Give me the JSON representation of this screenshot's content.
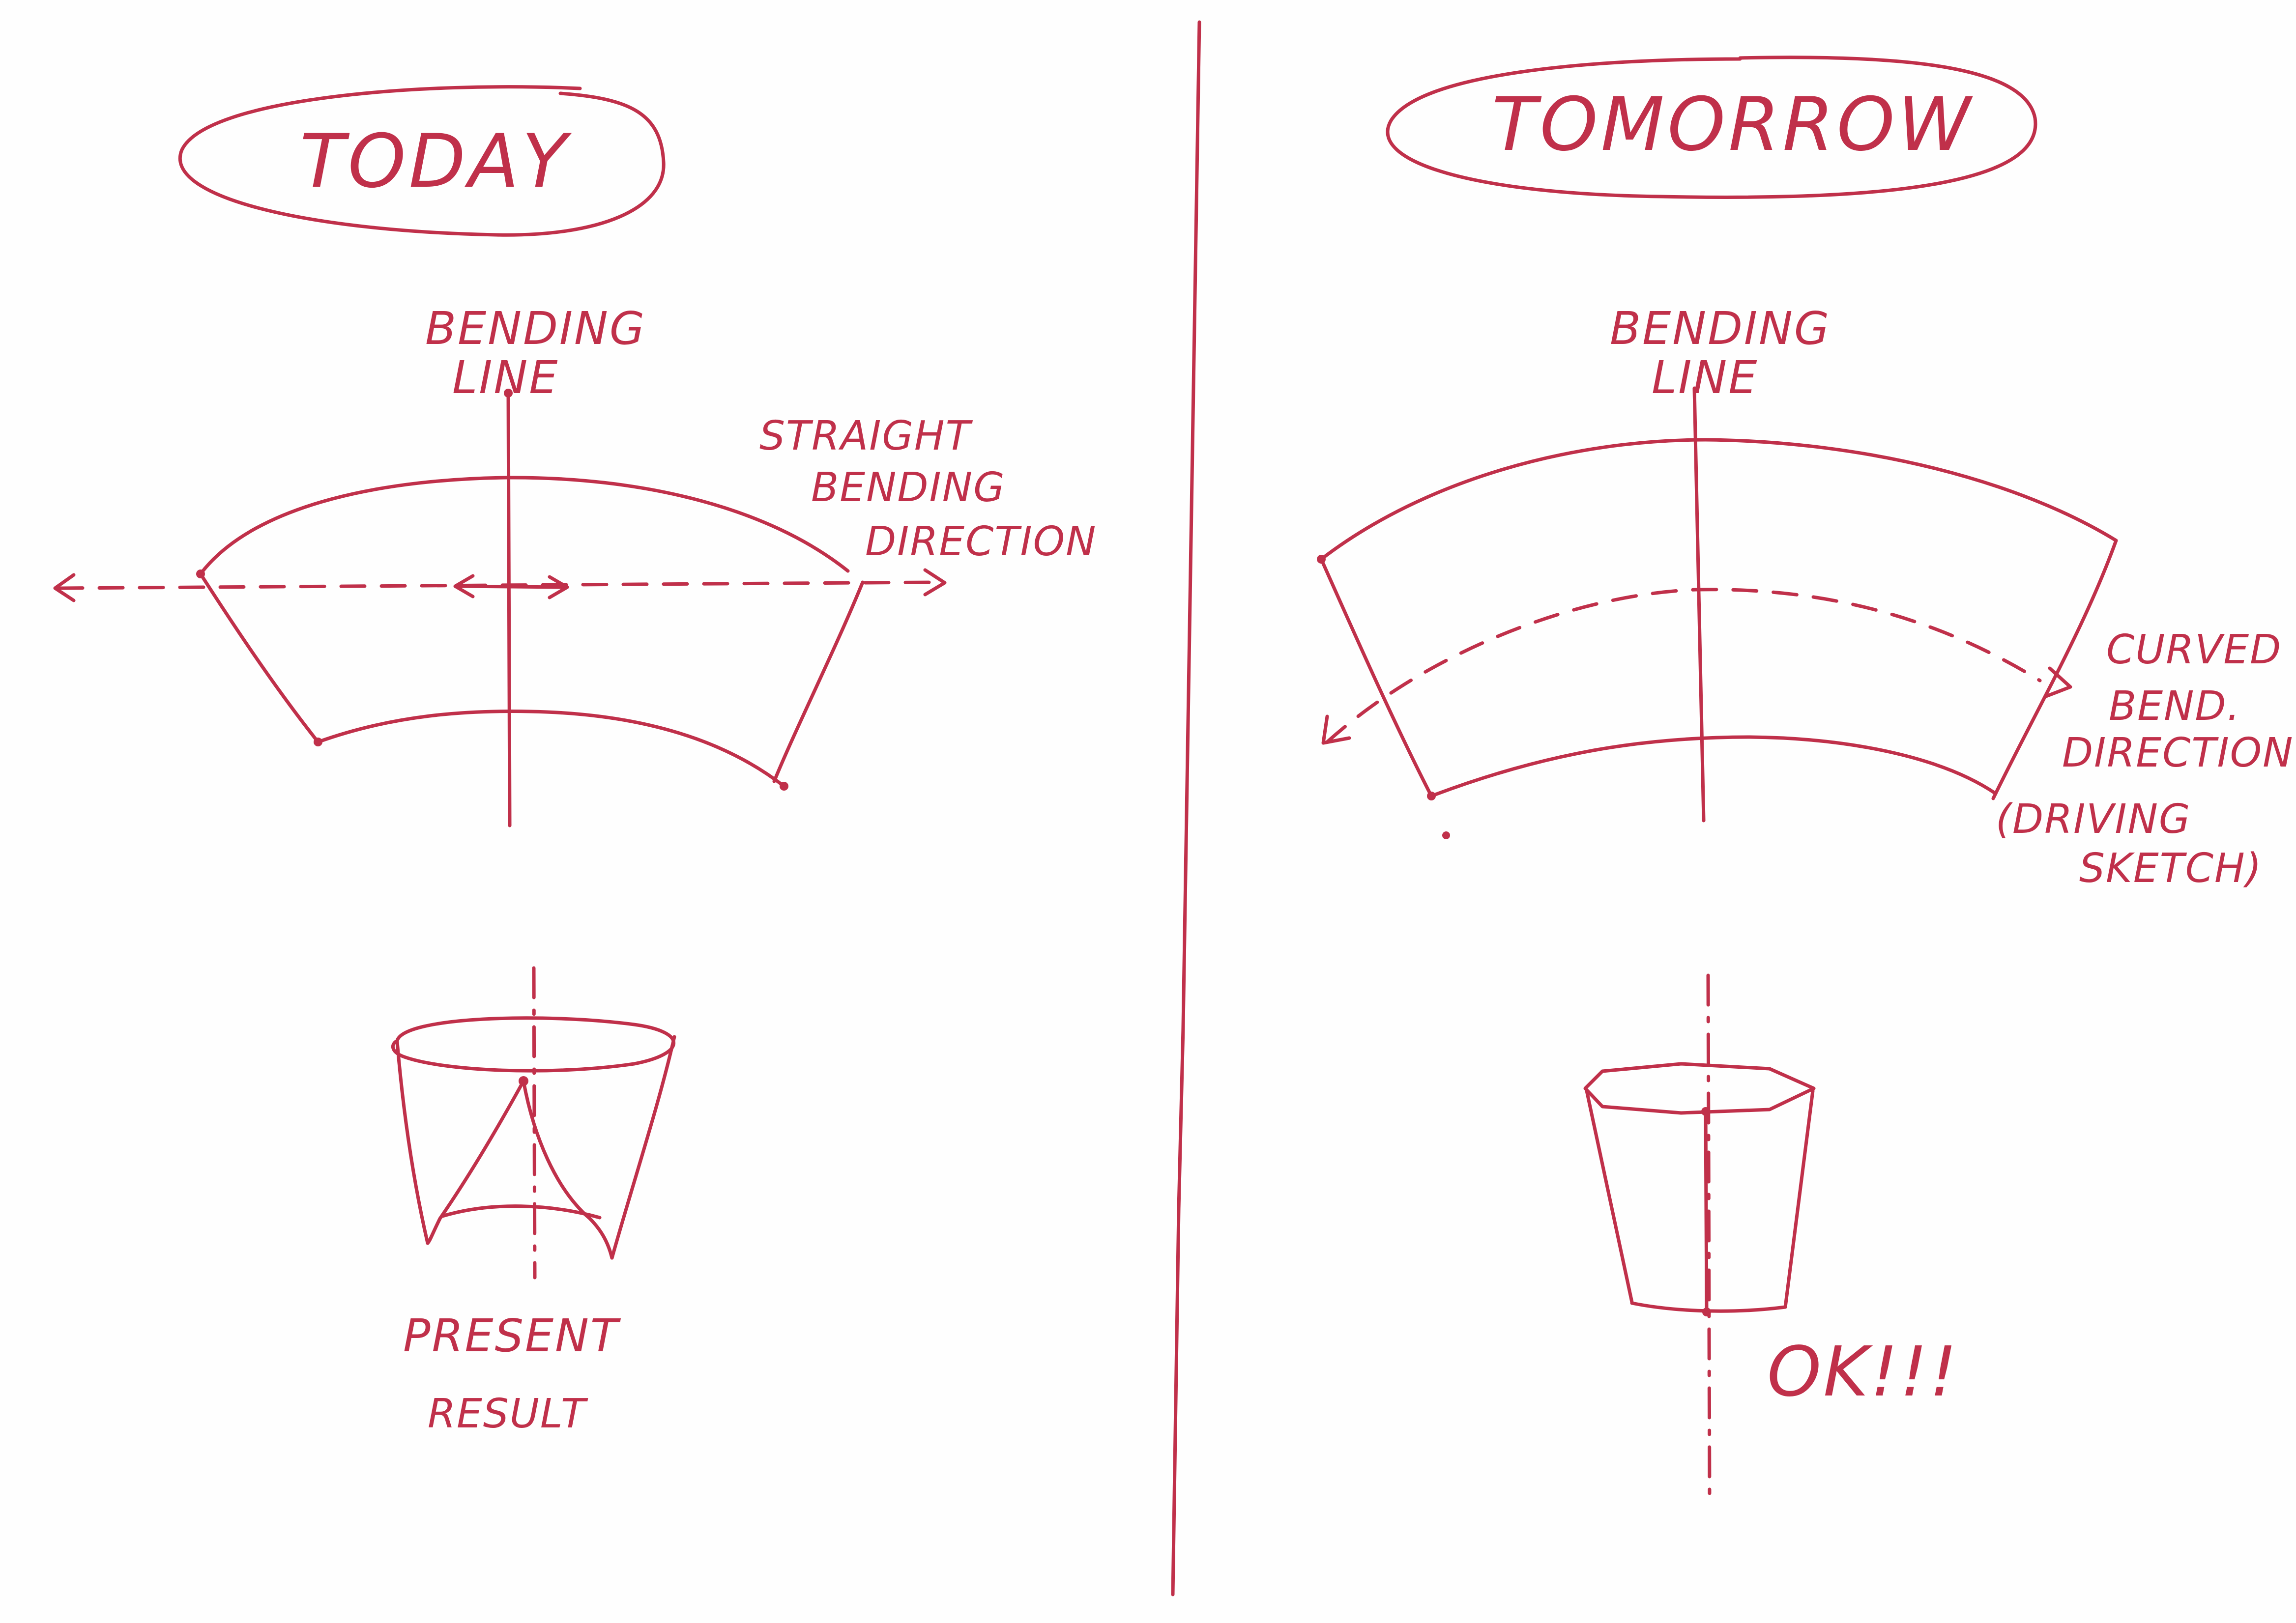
{
  "colors": {
    "ink": "#c0304a",
    "paper": "#fefefe"
  },
  "today": {
    "title": "TODAY",
    "axis_label_line1": "BENDING",
    "axis_label_line2": "LINE",
    "direction_note_line1": "STRAIGHT",
    "direction_note_line2": "BENDING",
    "direction_note_line3": "DIRECTION",
    "result_line1": "PRESENT",
    "result_line2": "RESULT"
  },
  "tomorrow": {
    "title": "TOMORROW",
    "axis_label_line1": "BENDING",
    "axis_label_line2": "LINE",
    "direction_note_line1": "CURVED",
    "direction_note_line2": "BEND.",
    "direction_note_line3": "DIRECTION",
    "aside_line1": "(DRIVING",
    "aside_line2": "SKETCH)",
    "result": "OK!!!"
  }
}
